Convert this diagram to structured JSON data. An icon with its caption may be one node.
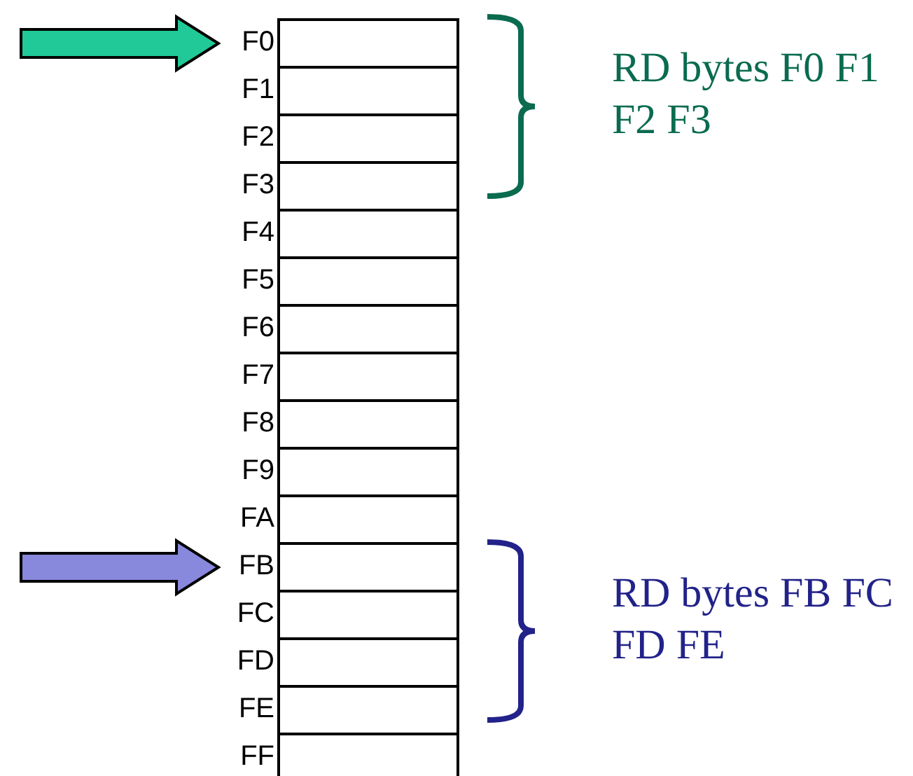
{
  "diagram": {
    "nodes": [
      {
        "text": [],
        "shape": "box",
        "beside": [
          "F0"
        ]
      },
      {
        "text": [],
        "shape": "box",
        "beside": [
          "F1"
        ]
      },
      {
        "text": [],
        "shape": "box",
        "beside": [
          "F2"
        ]
      },
      {
        "text": [],
        "shape": "box",
        "beside": [
          "F3"
        ]
      },
      {
        "text": [],
        "shape": "box",
        "beside": [
          "F4"
        ]
      },
      {
        "text": [],
        "shape": "box",
        "beside": [
          "F5"
        ]
      },
      {
        "text": [],
        "shape": "box",
        "beside": [
          "F6"
        ]
      },
      {
        "text": [],
        "shape": "box",
        "beside": [
          "F7"
        ]
      },
      {
        "text": [],
        "shape": "box",
        "beside": [
          "F8"
        ]
      },
      {
        "text": [],
        "shape": "box",
        "beside": [
          "F9"
        ]
      },
      {
        "text": [],
        "shape": "box",
        "beside": [
          "FA"
        ]
      },
      {
        "text": [],
        "shape": "box",
        "beside": [
          "FB"
        ]
      },
      {
        "text": [],
        "shape": "box",
        "beside": [
          "FC"
        ]
      },
      {
        "text": [],
        "shape": "box",
        "beside": [
          "FD"
        ]
      },
      {
        "text": [],
        "shape": "box",
        "beside": [
          "FE"
        ]
      },
      {
        "text": [],
        "shape": "box",
        "beside": [
          "FF"
        ]
      }
    ],
    "edges": [
      {
        "from": null,
        "to": 0,
        "arrow": "to",
        "color": "#20c997"
      },
      {
        "from": null,
        "to": 11,
        "arrow": "to",
        "color": "#8888dd"
      }
    ],
    "labels": [
      "RD bytes F0 F1 F2 F3",
      "RD bytes FB FC FD FE"
    ]
  }
}
